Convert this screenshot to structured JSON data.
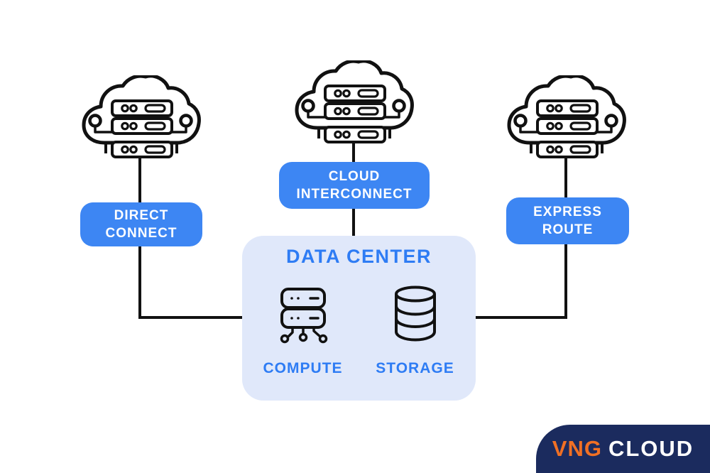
{
  "diagram": {
    "clouds": [
      {
        "icon": "cloud-servers-icon"
      },
      {
        "icon": "cloud-servers-icon"
      },
      {
        "icon": "cloud-servers-icon"
      }
    ],
    "connections": [
      {
        "id": "direct-connect",
        "line1": "DIRECT",
        "line2": "CONNECT"
      },
      {
        "id": "cloud-interconnect",
        "line1": "CLOUD",
        "line2": "INTERCONNECT"
      },
      {
        "id": "express-route",
        "line1": "EXPRESS",
        "line2": "ROUTE"
      }
    ],
    "data_center": {
      "title": "DATA CENTER",
      "items": [
        {
          "label": "COMPUTE",
          "icon": "server-icon"
        },
        {
          "label": "STORAGE",
          "icon": "database-icon"
        }
      ]
    },
    "logo": {
      "brand": "VNG",
      "product": "CLOUD"
    },
    "colors": {
      "accent_blue": "#3d86f3",
      "title_blue": "#2e7cf4",
      "panel_fill": "#e0e8fa",
      "logo_navy": "#1b2b5e",
      "logo_orange": "#f07024",
      "line_color": "#111111"
    }
  }
}
